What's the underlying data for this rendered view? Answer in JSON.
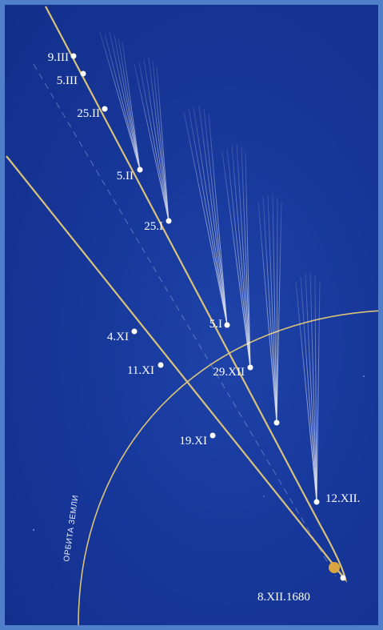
{
  "diagram": {
    "earth_orbit_label": "ОРБИТА ЗЕМЛИ",
    "perihelion_label": "8.XII.1680",
    "outbound_dates": [
      "4.XI",
      "11.XI",
      "19.XI"
    ],
    "inbound_dates": [
      "12.XII.",
      "29.XII",
      "5.I",
      "25.I",
      "5.II",
      "25.II",
      "5.III",
      "9.III"
    ],
    "colors": {
      "background": "#17379a",
      "frame": "#4f7fc9",
      "orbit_line": "#d9c27a",
      "sun": "#d9a441",
      "label": "#ffffff"
    }
  }
}
